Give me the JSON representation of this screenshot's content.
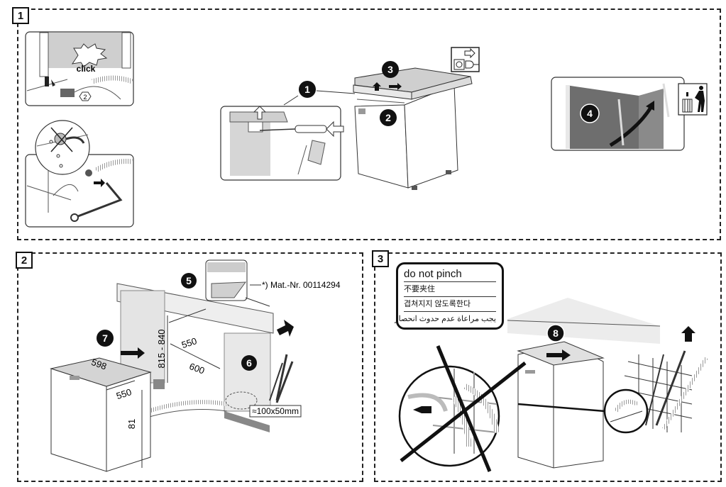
{
  "panels": [
    {
      "number": "1",
      "steps": [
        "1",
        "2",
        "3",
        "4"
      ],
      "inset_labels": {
        "click_text": "click",
        "sub_step": "2"
      },
      "icons": [
        "unplug-icon",
        "dispose-trash-icon"
      ]
    },
    {
      "number": "2",
      "steps": [
        "5",
        "6",
        "7"
      ],
      "dimensions": {
        "height_range": "815 - 840",
        "niche_depth": "550",
        "niche_width": "600",
        "appliance_width": "598",
        "appliance_depth": "550",
        "appliance_height": "81",
        "opening_size": "≈100x50mm"
      },
      "part_note": "*) Mat.-Nr. 00114294"
    },
    {
      "number": "3",
      "steps": [
        "8"
      ],
      "warning": {
        "en": "do not pinch",
        "zh": "不要夹住",
        "ko": "겹쳐지지 않도록한다",
        "ar": "يجب مراعاة عدم حدوث انحصار"
      }
    }
  ],
  "colors": {
    "ink": "#111111",
    "panel_gray": "#6e6e6e",
    "light_gray": "#d9d9d9",
    "paper": "#ffffff"
  }
}
